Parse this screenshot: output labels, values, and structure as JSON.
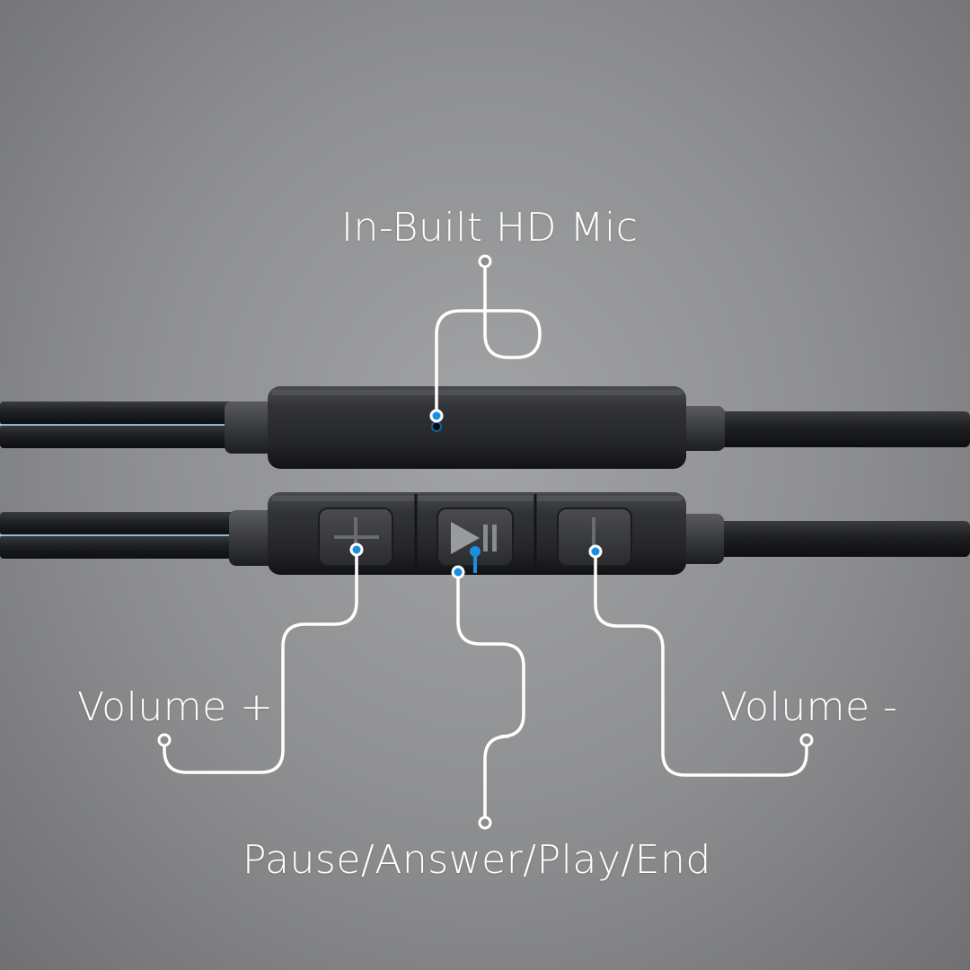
{
  "callouts": {
    "mic": "In-Built HD Mic",
    "volume_up": "Volume +",
    "volume_down": "Volume -",
    "play_pause": "Pause/Answer/Play/End"
  },
  "colors": {
    "background": "#8c8d8f",
    "cable": "#1b1c1e",
    "remote_body": "#2c2d30",
    "accent_blue": "#1a8fe0",
    "leader_line": "#ffffff"
  },
  "icons": {
    "volume_up": "plus-icon",
    "play_pause": "play-pause-icon",
    "volume_down": "minus-icon"
  }
}
